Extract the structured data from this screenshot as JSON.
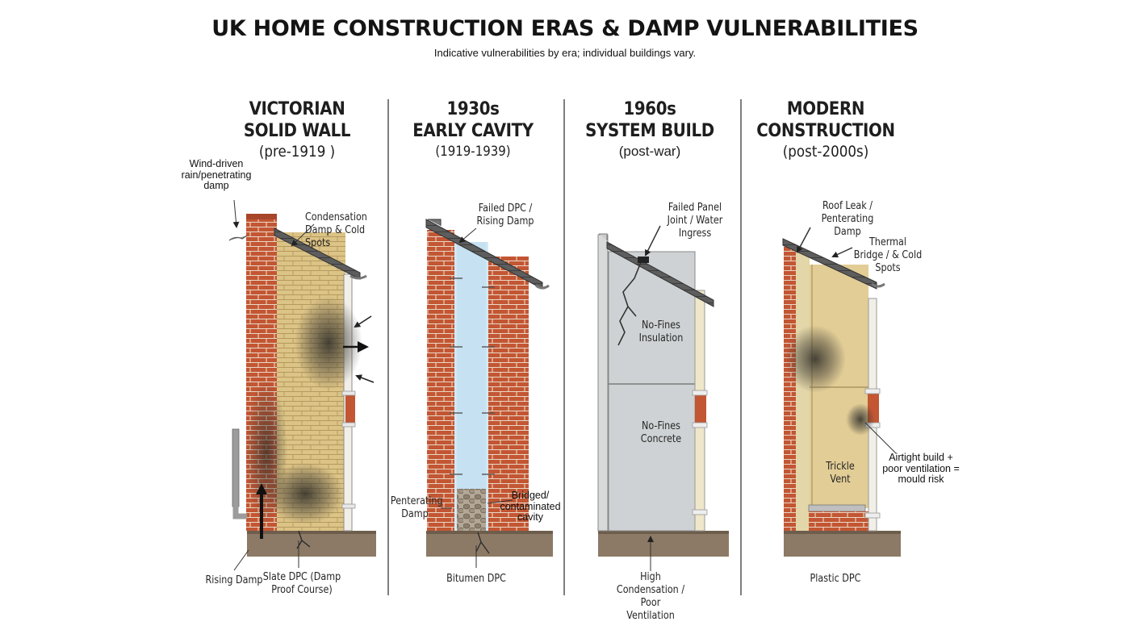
{
  "title": "UK HOME CONSTRUCTION ERAS & DAMP VULNERABILITIES",
  "subtitle": "Indicative vulnerabilities by era; individual buildings vary.",
  "eras": [
    {
      "line1": "VICTORIAN",
      "line2": "SOLID WALL",
      "line3": "(pre-1919 )",
      "labels": {
        "wind": "Wind-driven rain/penetrating damp",
        "condensation": "Condensation Damp & Cold Spots",
        "rising": "Rising Damp",
        "dpc": "Slate DPC (Damp Proof Course)"
      }
    },
    {
      "line1": "1930s",
      "line2": "EARLY CAVITY",
      "line3": "(1919-1939)",
      "labels": {
        "failed_dpc": "Failed DPC / Rising Damp",
        "penetrating": "Penterating Damp",
        "bridged": "Bridged/ contaminated cavity",
        "dpc": "Bitumen DPC"
      }
    },
    {
      "line1": "1960s",
      "line2": "SYSTEM BUILD",
      "line3": "(post-war)",
      "labels": {
        "panel_joint": "Failed Panel Joint / Water Ingress",
        "insulation": "No-Fines Insulation",
        "concrete": "No-Fines Concrete",
        "condensation": "High Condensation / Poor Ventilation"
      }
    },
    {
      "line1": "MODERN",
      "line2": "CONSTRUCTION",
      "line3": "(post-2000s)",
      "labels": {
        "roof_leak": "Roof Leak / Penterating Damp",
        "thermal": "Thermal Bridge / & Cold Spots",
        "trickle": "Trickle Vent",
        "airtight": "Airtight build + poor ventilation = mould risk",
        "dpc": "Plastic DPC"
      }
    }
  ],
  "colors": {
    "brick": "#c0522f",
    "yellow_brick": "#dcc387",
    "concrete": "#d4d6d7",
    "roof": "#595959",
    "ground": "#8c7a66",
    "cavity": "#cfe6f3",
    "insulation": "#e8d7a6",
    "damp": "#2f2f2b"
  }
}
